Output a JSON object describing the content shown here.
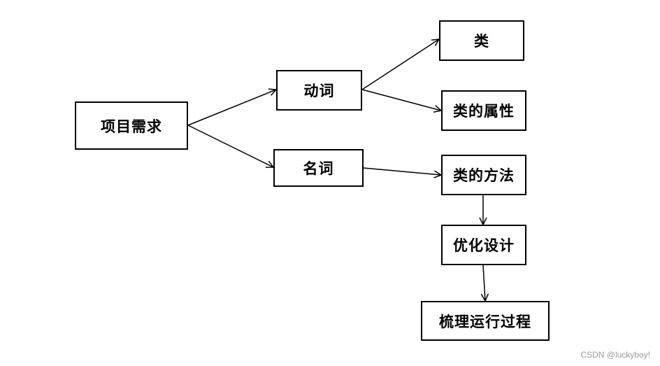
{
  "diagram": {
    "nodes": {
      "xiangmu": "项目需求",
      "dongci": "动词",
      "mingci": "名词",
      "lei": "类",
      "shuxing": "类的属性",
      "fangfa": "类的方法",
      "youhua": "优化设计",
      "shuli": "梳理运行过程"
    },
    "edges": [
      [
        "xiangmu",
        "dongci"
      ],
      [
        "xiangmu",
        "mingci"
      ],
      [
        "dongci",
        "lei"
      ],
      [
        "dongci",
        "shuxing"
      ],
      [
        "mingci",
        "fangfa"
      ],
      [
        "fangfa",
        "youhua"
      ],
      [
        "youhua",
        "shuli"
      ]
    ],
    "colors": {
      "line": "#000000",
      "box_border": "#000000",
      "background": "#ffffff",
      "watermark": "#999999"
    }
  },
  "watermark": "CSDN @luckyboy!"
}
